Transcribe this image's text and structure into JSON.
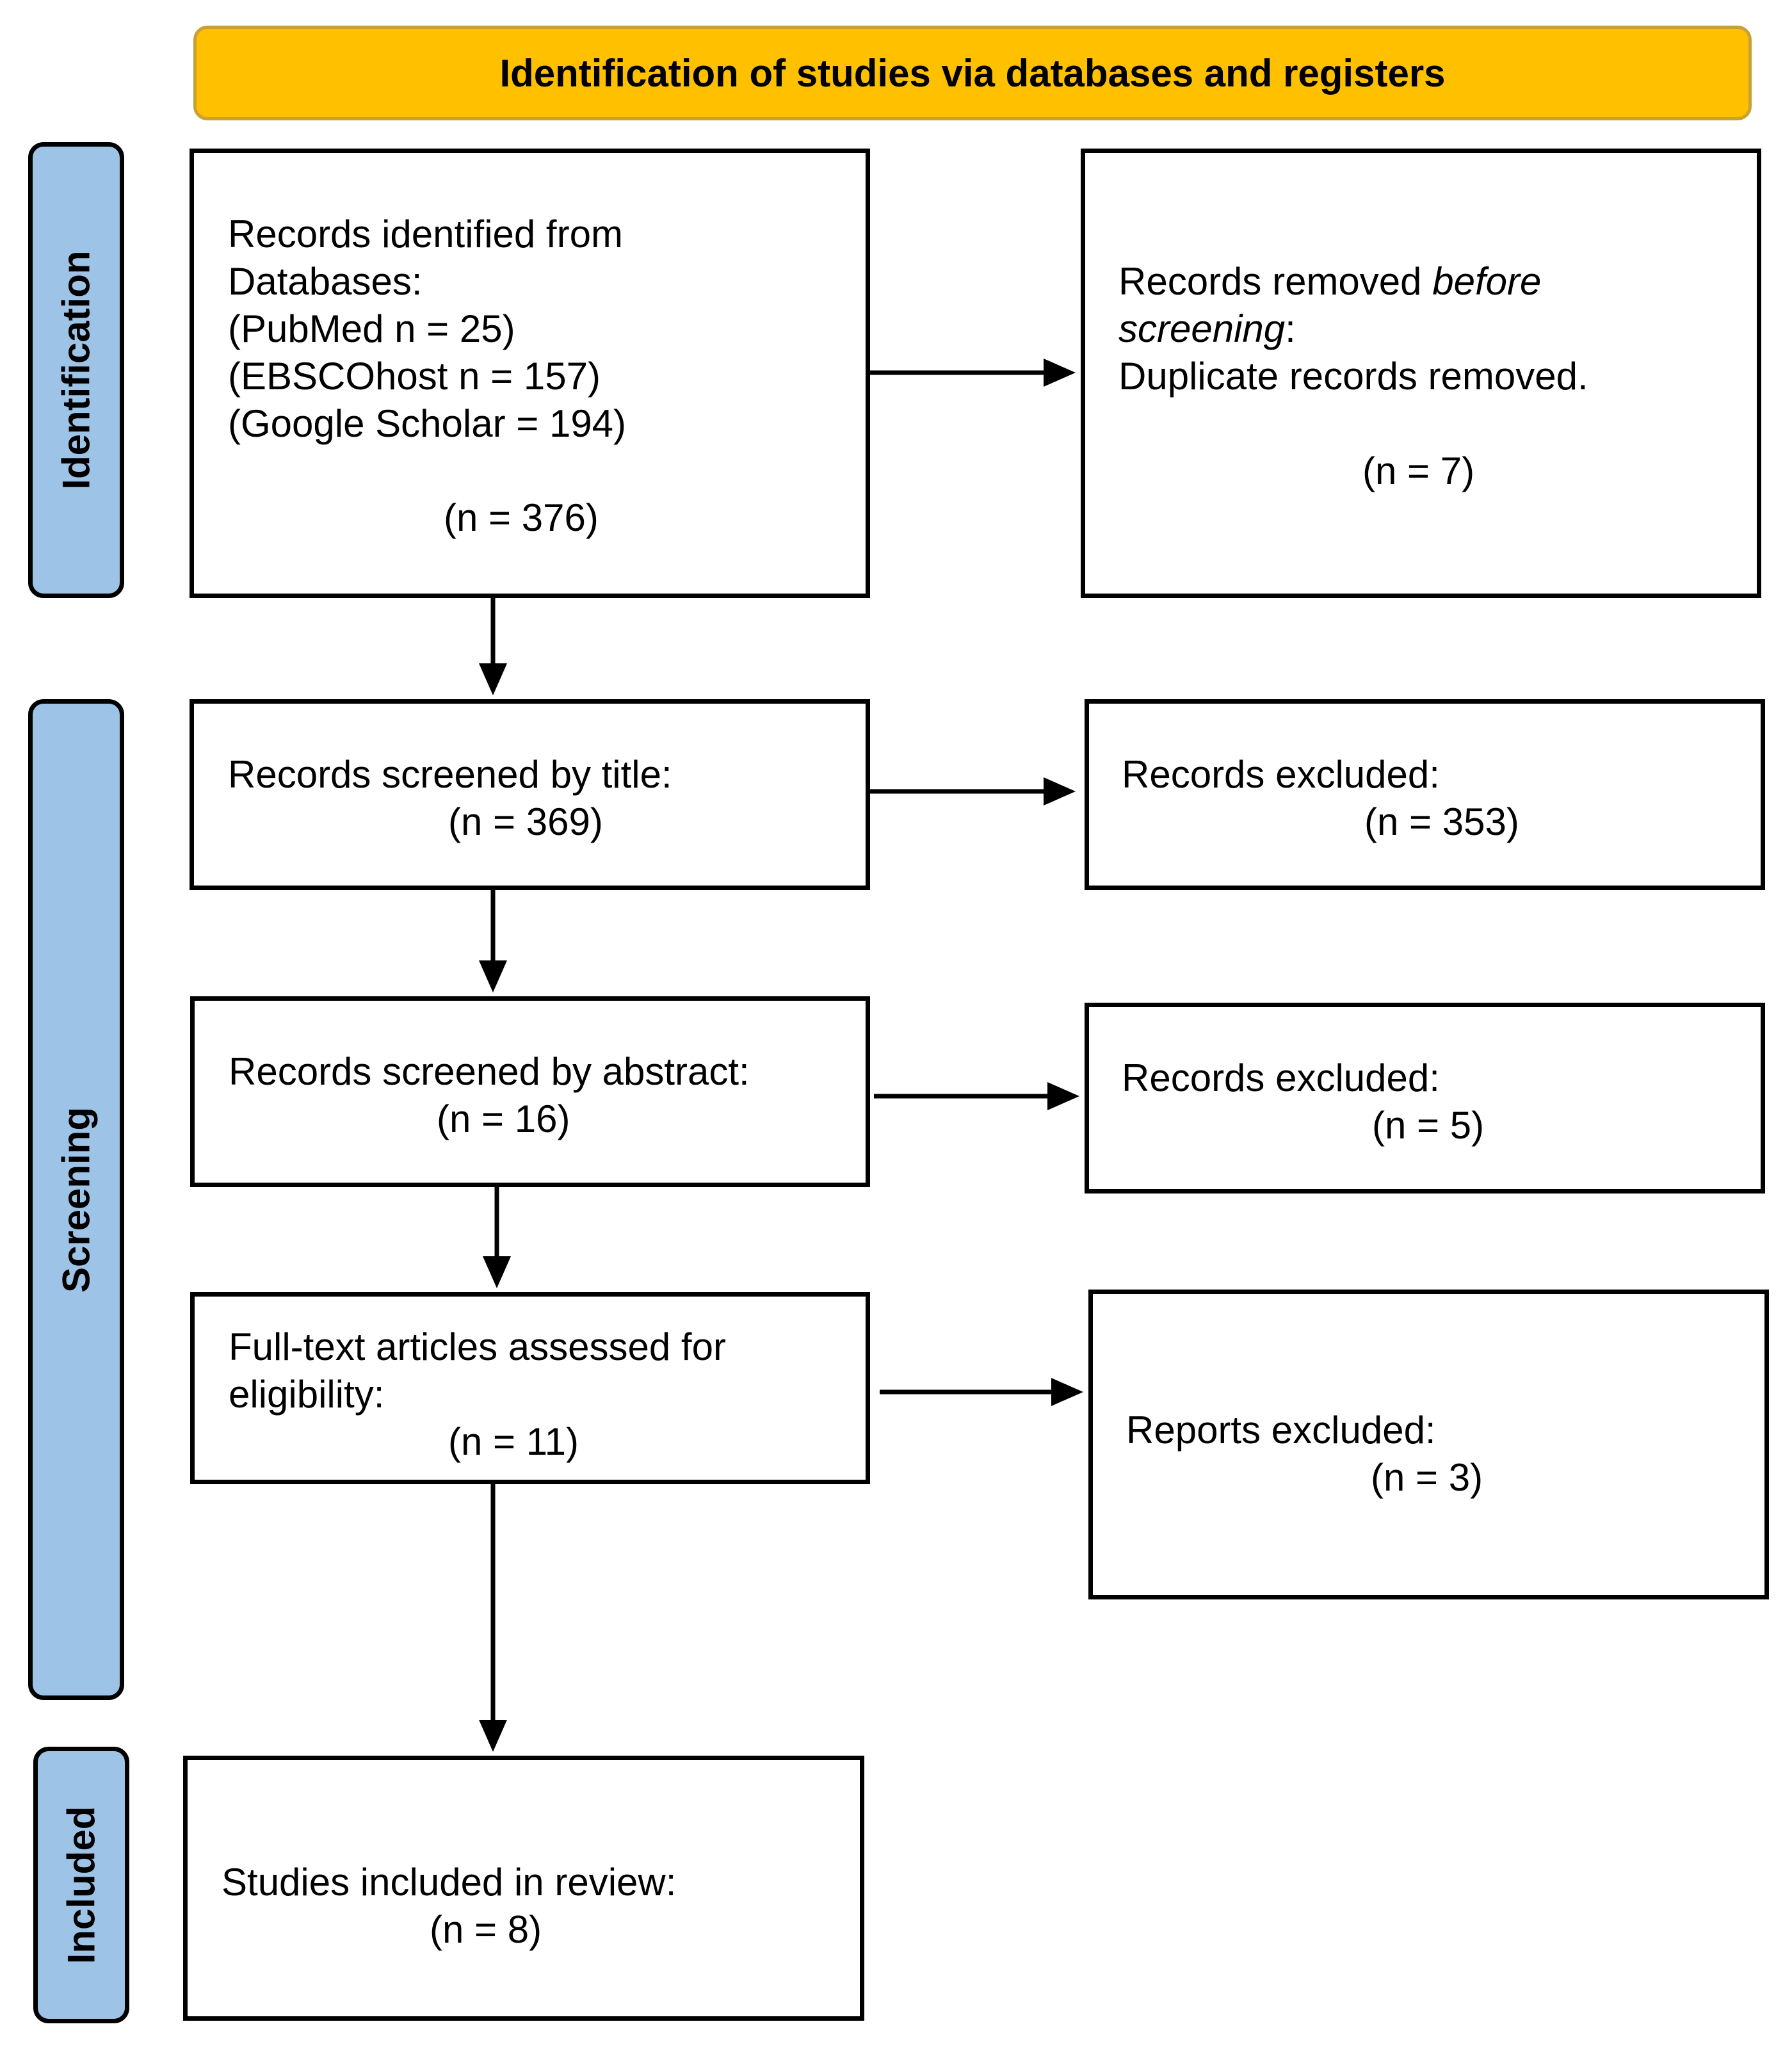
{
  "header": {
    "title": "Identification of studies via databases and registers"
  },
  "phases": {
    "identification": "Identification",
    "screening": "Screening",
    "included": "Included"
  },
  "identified": {
    "line1": "Records identified from",
    "line2": "Databases:",
    "line3": "(PubMed n = 25)",
    "line4": "(EBSCOhost n = 157)",
    "line5": "(Google Scholar = 194)",
    "count": "(n = 376)"
  },
  "removed": {
    "prefix": "Records removed ",
    "italic1": "before",
    "italic2": "screening",
    "colon": ":",
    "line3": "Duplicate records removed.",
    "count": "(n = 7)"
  },
  "screened_title": {
    "label": "Records screened by title:",
    "count": "(n = 369)"
  },
  "excluded_title": {
    "label": "Records excluded:",
    "count": "(n = 353)"
  },
  "screened_abstract": {
    "label": "Records screened by abstract:",
    "count": "(n = 16)"
  },
  "excluded_abstract": {
    "label": "Records excluded:",
    "count": "(n = 5)"
  },
  "fulltext": {
    "line1": "Full-text articles assessed for",
    "line2": "eligibility:",
    "count": "(n = 11)"
  },
  "reports_excluded": {
    "label": "Reports excluded:",
    "count": "(n = 3)"
  },
  "included_studies": {
    "label": "Studies included in review:",
    "count": "(n = 8)"
  }
}
